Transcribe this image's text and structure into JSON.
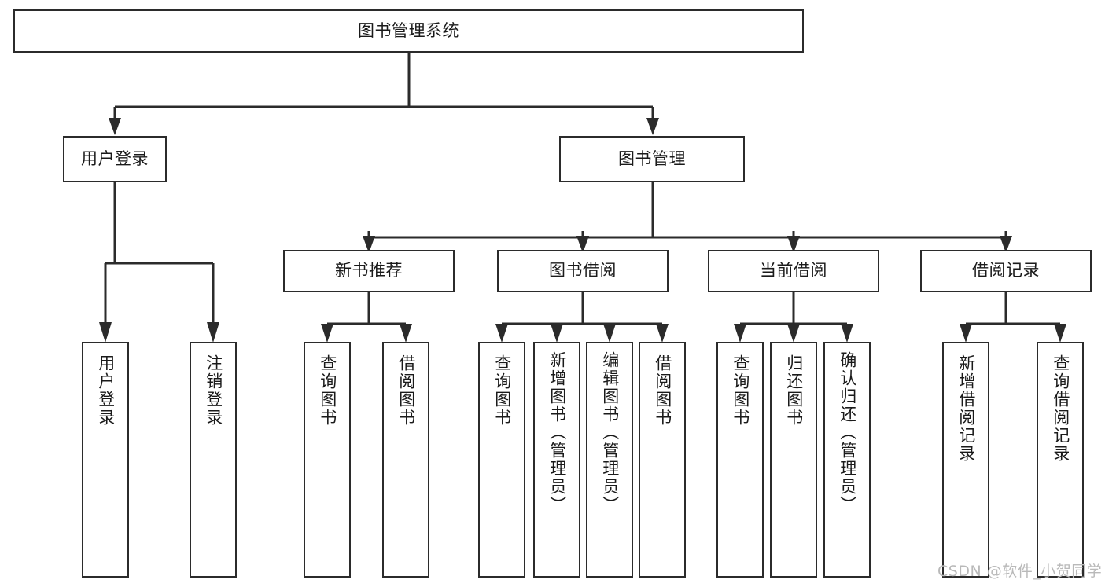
{
  "diagram": {
    "type": "tree-hierarchy-chart",
    "title_node": {
      "label": "图书管理系统"
    },
    "level2": [
      {
        "id": "user-login",
        "label": "用户登录"
      },
      {
        "id": "book-management",
        "label": "图书管理"
      }
    ],
    "level3": [
      {
        "id": "new-book-recommend",
        "label": "新书推荐"
      },
      {
        "id": "book-borrow",
        "label": "图书借阅"
      },
      {
        "id": "current-borrow",
        "label": "当前借阅"
      },
      {
        "id": "borrow-record",
        "label": "借阅记录"
      }
    ],
    "leaves": {
      "user_login": [
        {
          "id": "leaf-user-login",
          "label": "用户登录"
        },
        {
          "id": "leaf-logout-login",
          "label": "注销登录"
        }
      ],
      "new_book_recommend": [
        {
          "id": "leaf-query-book-1",
          "label": "查询图书"
        },
        {
          "id": "leaf-borrow-book-1",
          "label": "借阅图书"
        }
      ],
      "book_borrow": [
        {
          "id": "leaf-query-book-2",
          "label": "查询图书"
        },
        {
          "id": "leaf-add-book",
          "label": "新增图书（管理员）"
        },
        {
          "id": "leaf-edit-book",
          "label": "编辑图书（管理员）"
        },
        {
          "id": "leaf-borrow-book-2",
          "label": "借阅图书"
        }
      ],
      "current_borrow": [
        {
          "id": "leaf-query-book-3",
          "label": "查询图书"
        },
        {
          "id": "leaf-return-book",
          "label": "归还图书"
        },
        {
          "id": "leaf-confirm-return",
          "label": "确认归还（管理员）"
        }
      ],
      "borrow_record": [
        {
          "id": "leaf-add-record",
          "label": "新增借阅记录"
        },
        {
          "id": "leaf-query-record",
          "label": "查询借阅记录"
        }
      ]
    },
    "watermark": "CSDN @软件_小贺同学",
    "colors": {
      "box_border": "#2b2b2b",
      "box_fill": "#ffffff",
      "text": "#1a1a1a",
      "connector": "#2b2b2b",
      "watermark": "#b9b9b9",
      "background": "#ffffff"
    }
  }
}
